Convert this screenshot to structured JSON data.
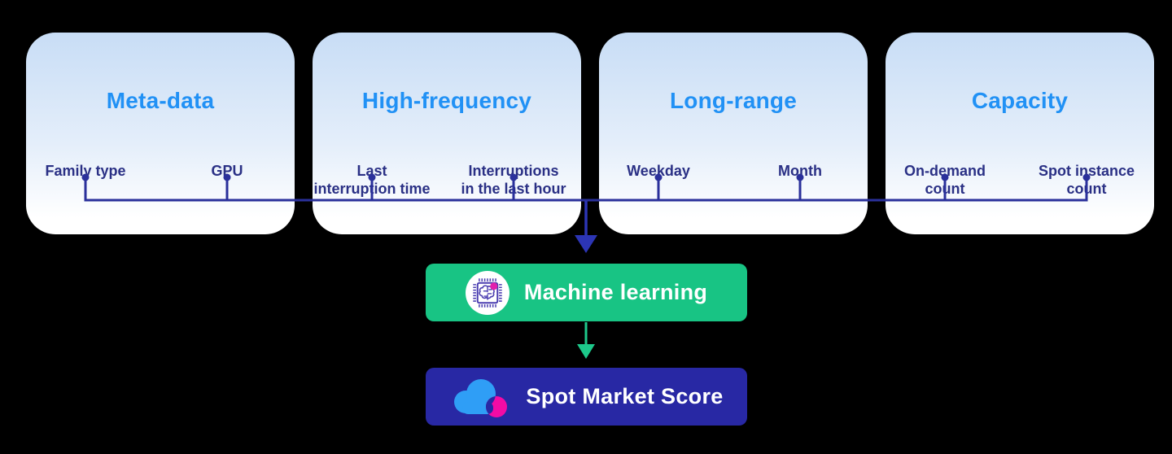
{
  "diagram": {
    "cards": [
      {
        "title": "Meta-data",
        "features": [
          {
            "label": "Family type",
            "line1": "Family type",
            "line2": ""
          },
          {
            "label": "GPU",
            "line1": "GPU",
            "line2": ""
          }
        ]
      },
      {
        "title": "High-frequency",
        "features": [
          {
            "label": "Last interruption time",
            "line1": "Last",
            "line2": "interruption time"
          },
          {
            "label": "Interruptions in the last hour",
            "line1": "Interruptions",
            "line2": "in the last hour"
          }
        ]
      },
      {
        "title": "Long-range",
        "features": [
          {
            "label": "Weekday",
            "line1": "Weekday",
            "line2": ""
          },
          {
            "label": "Month",
            "line1": "Month",
            "line2": ""
          }
        ]
      },
      {
        "title": "Capacity",
        "features": [
          {
            "label": "On-demand count",
            "line1": "On-demand",
            "line2": "count"
          },
          {
            "label": "Spot instance count",
            "line1": "Spot instance",
            "line2": "count"
          }
        ]
      }
    ],
    "ml_box": {
      "label": "Machine learning",
      "icon": "chip-brain-icon"
    },
    "score_box": {
      "label": "Spot Market Score",
      "icon": "spot-cloud-icon"
    },
    "colors": {
      "background": "#000000",
      "card_gradient_top": "#c8ddf6",
      "card_gradient_bottom": "#ffffff",
      "title_blue": "#2191f5",
      "label_navy": "#2a3085",
      "connector_navy": "#2a309b",
      "ml_arrow_blue": "#2c35b5",
      "ml_green": "#18c484",
      "green_arrow": "#1dc98b",
      "score_indigo": "#2828a4",
      "cloud_blue": "#2f9ef6",
      "magenta": "#f30ba5",
      "chip_purple": "#4a3db0"
    }
  }
}
